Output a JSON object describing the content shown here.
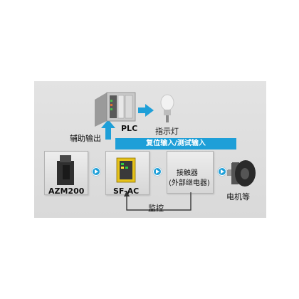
{
  "labels": {
    "plc": "PLC",
    "indicator": "指示灯",
    "aux_output": "辅助输出",
    "reset_test": "复位输入/测试输入",
    "azm": "AZM200",
    "sfac": "SF-AC",
    "contactor_line1": "接触器",
    "contactor_line2": "(外部继电器)",
    "motor": "电机等",
    "monitor": "监控"
  },
  "icons": {
    "plc": "plc-module-icon",
    "lamp": "indicator-lamp-icon",
    "sensor": "safety-switch-icon",
    "relay": "safety-relay-icon",
    "motor": "motor-icon"
  },
  "colors": {
    "accent": "#1e9fd8",
    "panel": "#dcdcdc"
  }
}
